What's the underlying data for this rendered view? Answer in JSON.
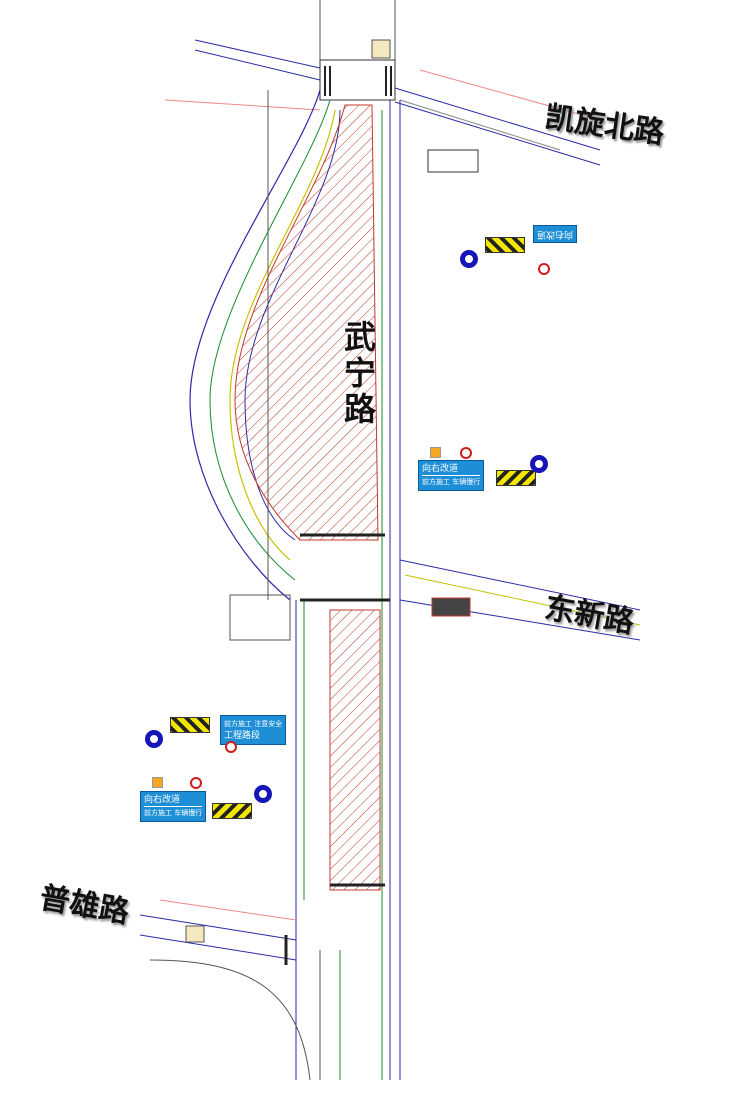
{
  "roads": {
    "north_cross": "凯旋北路",
    "main": "武宁路",
    "middle_cross": "东新路",
    "south_cross": "普雄路"
  },
  "signs": {
    "detour_right": "向右改道",
    "detour_sub_left": "前方施工",
    "detour_sub_right": "车辆慢行",
    "work_zone": "工程路段",
    "work_zone_top": "前方施工 注意安全"
  },
  "colors": {
    "hatch": "#c0392b",
    "sign_blue": "#1e8fd6",
    "chevron": "#f2e600",
    "detour_line": "#2a2aa8"
  }
}
